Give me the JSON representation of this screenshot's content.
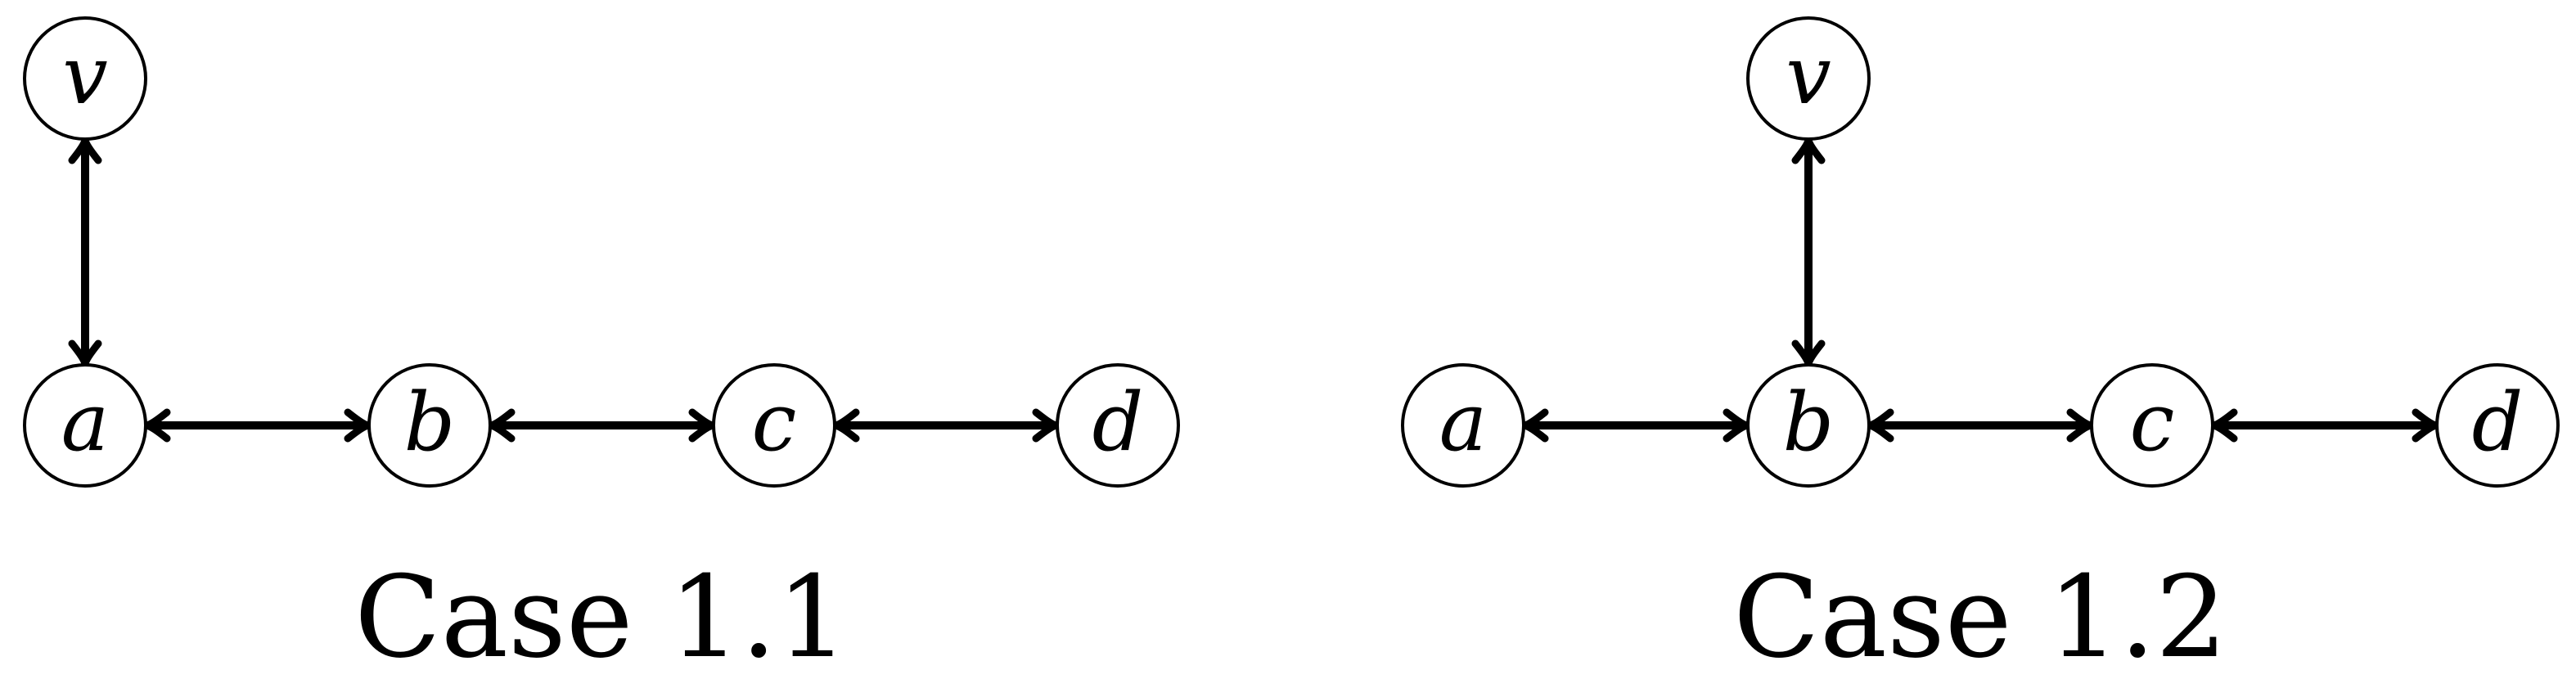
{
  "panels": [
    {
      "caption": "Case 1.1",
      "nodes": [
        {
          "id": "v",
          "label": "v"
        },
        {
          "id": "a",
          "label": "a"
        },
        {
          "id": "b",
          "label": "b"
        },
        {
          "id": "c",
          "label": "c"
        },
        {
          "id": "d",
          "label": "d"
        }
      ],
      "edges": [
        {
          "from": "v",
          "to": "a",
          "arrows": "both"
        },
        {
          "from": "a",
          "to": "b",
          "arrows": "both"
        },
        {
          "from": "b",
          "to": "c",
          "arrows": "both"
        },
        {
          "from": "c",
          "to": "d",
          "arrows": "both"
        }
      ]
    },
    {
      "caption": "Case 1.2",
      "nodes": [
        {
          "id": "v",
          "label": "v"
        },
        {
          "id": "a",
          "label": "a"
        },
        {
          "id": "b",
          "label": "b"
        },
        {
          "id": "c",
          "label": "c"
        },
        {
          "id": "d",
          "label": "d"
        }
      ],
      "edges": [
        {
          "from": "v",
          "to": "b",
          "arrows": "both"
        },
        {
          "from": "a",
          "to": "b",
          "arrows": "both"
        },
        {
          "from": "b",
          "to": "c",
          "arrows": "both"
        },
        {
          "from": "c",
          "to": "d",
          "arrows": "both"
        }
      ]
    }
  ],
  "colors": {
    "stroke": "#000000",
    "background": "#ffffff"
  }
}
